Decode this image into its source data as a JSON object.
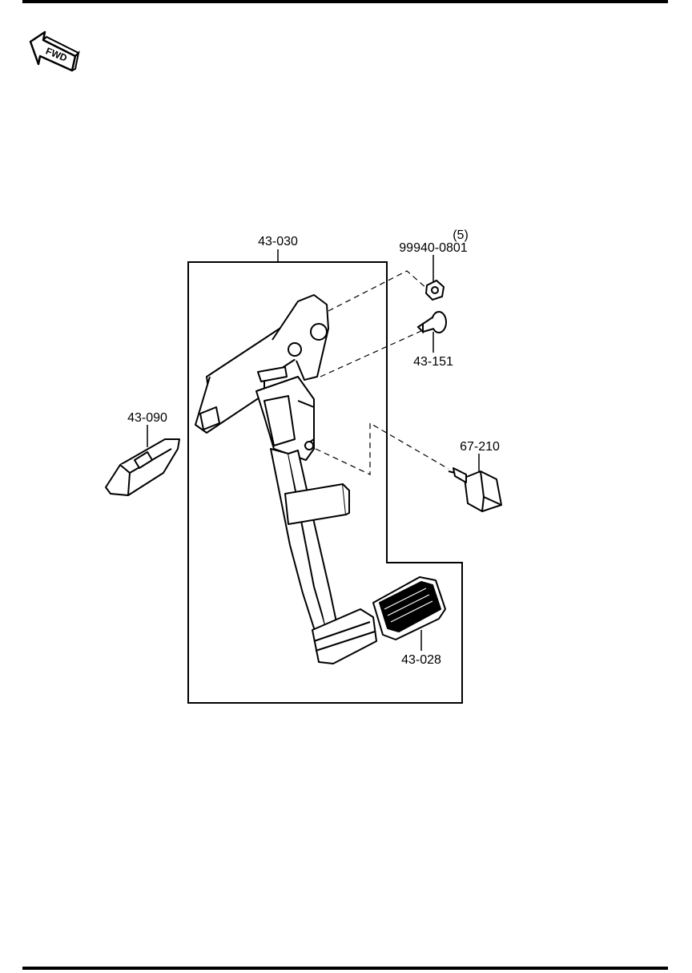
{
  "direction_indicator": {
    "text": "FWD"
  },
  "parts": [
    {
      "id": "assembly",
      "number": "43-030"
    },
    {
      "id": "nut",
      "number": "99940-0801",
      "quantity": "(5)"
    },
    {
      "id": "bolt",
      "number": "43-151"
    },
    {
      "id": "pad-left",
      "number": "43-090"
    },
    {
      "id": "switch",
      "number": "67-210"
    },
    {
      "id": "pedal-pad",
      "number": "43-028"
    }
  ]
}
